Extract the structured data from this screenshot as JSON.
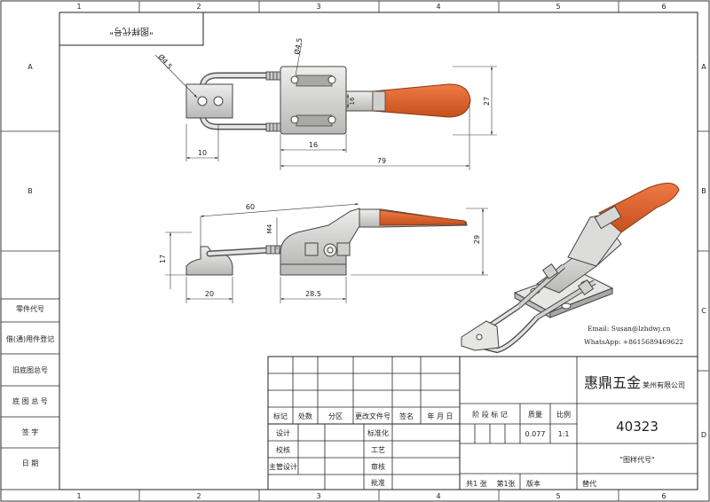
{
  "frame": {
    "col_labels": [
      "1",
      "2",
      "3",
      "4",
      "5",
      "6"
    ],
    "row_labels": [
      "A",
      "B",
      "C",
      "D"
    ]
  },
  "drawing_code_box": "\"图样代号\"",
  "side_labels": [
    "零件代号",
    "借(通)用件登记",
    "旧底图总号",
    "底 图 总 号",
    "签    字",
    "日    期"
  ],
  "dimensions": {
    "top_view": {
      "dia_small": "Ø4.5",
      "dia_top": "Ø4.5",
      "width_10": "10",
      "width_16": "16",
      "length_79": "79",
      "height_27": "27",
      "height_16": "16"
    },
    "side_view": {
      "length_60": "60",
      "thread_m4": "M4",
      "height_17": "17",
      "width_20": "20",
      "width_28_5": "28.5",
      "height_29": "29"
    }
  },
  "contact": {
    "email": "Email: Susan@lzhdwj.cn",
    "whatsapp": "WhatsApp: +8615689469622"
  },
  "title_block": {
    "revision_headers": [
      "标记",
      "处数",
      "分区",
      "更改文件号",
      "签名",
      "年 月 日"
    ],
    "sign_rows": [
      "设计",
      "校核",
      "主管设计"
    ],
    "mid_rows": [
      "标准化",
      "工艺",
      "审核",
      "批准"
    ],
    "stage_label": "阶 段 标 记",
    "mass_label": "质量",
    "scale_label": "比例",
    "mass_value": "0.077",
    "scale_value": "1:1",
    "company_name": "惠鼎五金",
    "company_suffix": "莱州有限公司",
    "part_number": "40323",
    "drawing_code": "\"图样代号\"",
    "sheet_total": "共1 张",
    "sheet_no": "第1张",
    "version_label": "版本",
    "replace_label": "替代"
  },
  "colors": {
    "handle": "#e0622c",
    "handle_dark": "#b8461a",
    "metal": "#d4d4d2",
    "metal_dark": "#9a9a98"
  }
}
